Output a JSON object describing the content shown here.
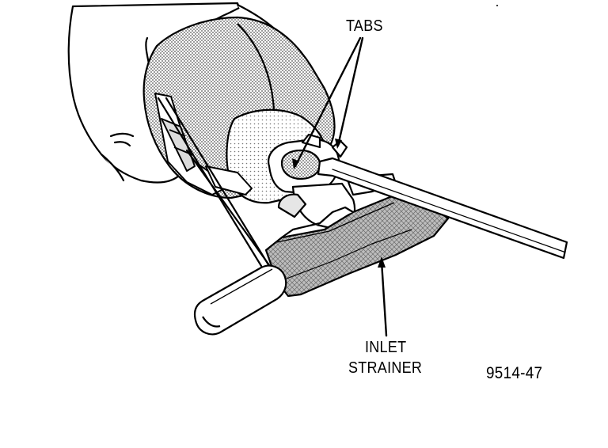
{
  "labels": {
    "tabs": "TABS",
    "inlet": "INLET",
    "strainer": "STRAINER",
    "figure_number": "9514-47"
  },
  "colors": {
    "ink": "#000000",
    "paper": "#ffffff",
    "shade": "#9a9a9a"
  }
}
